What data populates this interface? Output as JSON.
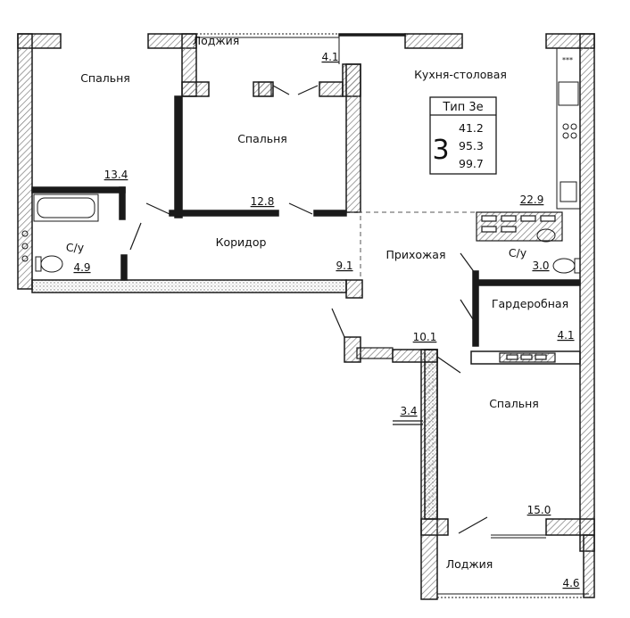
{
  "rooms": {
    "bedroom_1": {
      "label": "Спальня",
      "area": "13.4"
    },
    "bedroom_2": {
      "label": "Спальня",
      "area": "12.8"
    },
    "kitchen": {
      "label": "Кухня-столовая",
      "area": "22.9"
    },
    "bathroom_1": {
      "label": "С/у",
      "area": "4.9"
    },
    "corridor": {
      "label": "Коридор",
      "area": "9.1"
    },
    "hallway": {
      "label": "Прихожая",
      "area": "10.1"
    },
    "bathroom_2": {
      "label": "С/у",
      "area": "3.0"
    },
    "wardrobe": {
      "label": "Гардеробная",
      "area": "4.1"
    },
    "bedroom_3": {
      "label": "Спальня",
      "area": "15.0"
    },
    "loggia_top": {
      "label": "Лоджия",
      "area": "4.1"
    },
    "loggia_bottom": {
      "label": "Лоджия",
      "area": "4.6"
    },
    "balcony_side": {
      "area": "3.4"
    }
  },
  "type_box": {
    "title": "Тип 3е",
    "rooms": "3",
    "values": [
      "41.2",
      "95.3",
      "99.7"
    ]
  },
  "colors": {
    "ink": "#1a1a1a",
    "hatch": "#9a9a9a"
  }
}
